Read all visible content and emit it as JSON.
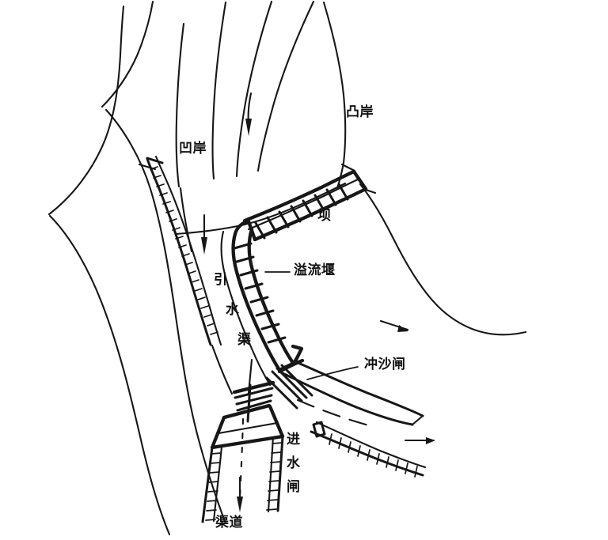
{
  "figure": {
    "title": "河道引水枢纽平面示意图",
    "type": "hand-drawn engineering plan diagram",
    "background_color": "#ffffff",
    "ink_color": "#171717"
  },
  "labels": {
    "concave_bank": "凹岸",
    "convex_bank": "凸岸",
    "dam": "坝",
    "overflow_weir": "溢流堰",
    "diversion_canal_c1": "引",
    "diversion_canal_c2": "水",
    "diversion_canal_c3": "渠",
    "sediment_sluice": "冲沙闸",
    "intake_sluice_c1": "进",
    "intake_sluice_c2": "水",
    "intake_sluice_c3": "闸",
    "canal": "渠道"
  },
  "annotations": {
    "flow_arrow_upper": "flow-arrow-downstream-upper",
    "flow_arrow_left": "flow-arrow-diversion-inlet",
    "flow_arrow_right_mid": "flow-arrow-downstream-right",
    "flow_arrow_right_low": "flow-arrow-downstream-outlet",
    "flow_arrow_canal": "flow-arrow-canal-outflow"
  },
  "elements": [
    {
      "name": "river-streamlines-left",
      "description": "multiple parallel curved contour lines of the left river bank"
    },
    {
      "name": "river-bank-right",
      "description": "curved right bank of the river channel"
    },
    {
      "name": "dam-body",
      "description": "hatched ladder-pattern dam crossing the river"
    },
    {
      "name": "overflow-weir-body",
      "description": "hatched ladder-pattern overflow weir along the diversion side"
    },
    {
      "name": "levee-embankment",
      "description": "hatched embankment along the concave bank"
    },
    {
      "name": "sediment-flush-sluice-gate",
      "description": "small gate structure with vertical bars"
    },
    {
      "name": "intake-sluice-gate",
      "description": "gate structure with horizontal bars at the canal head"
    },
    {
      "name": "canal-channel",
      "description": "downstream canal with hatched banks and dashed centreline"
    },
    {
      "name": "downstream-channel",
      "description": "outflow channel with hatched bank on the right"
    }
  ]
}
